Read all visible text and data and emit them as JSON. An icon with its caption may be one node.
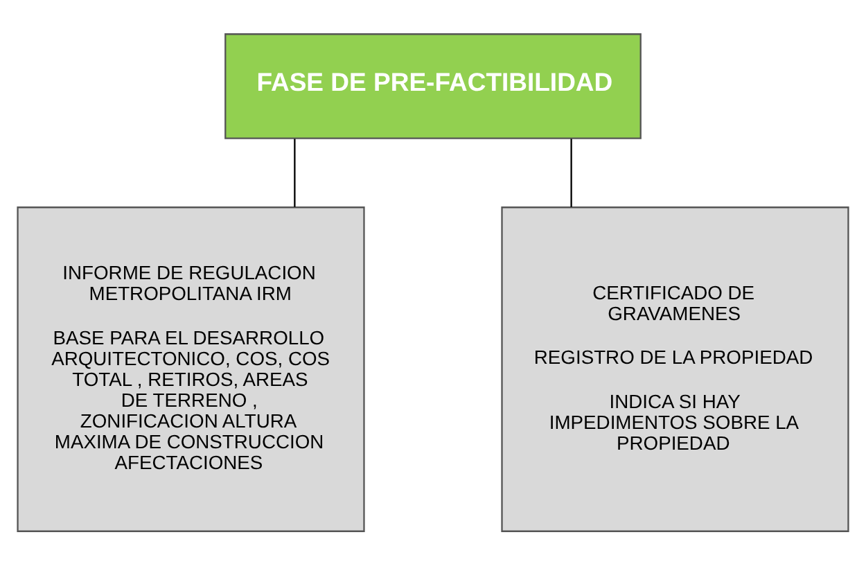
{
  "diagram": {
    "nodes": [
      {
        "text": [
          "FASE DE PRE-FACTIBILIDAD"
        ]
      },
      {
        "text": [
          "INFORME DE REGULACION METROPOLITANA IRM",
          "BASE PARA EL DESARROLLO ARQUITECTONICO, COS, COS TOTAL , RETIROS, AREAS DE TERRENO , ZONIFICACION ALTURA MAXIMA DE CONSTRUCCION AFECTACIONES"
        ]
      },
      {
        "text": [
          "CERTIFICADO DE GRAVAMENES",
          "REGISTRO DE LA PROPIEDAD",
          "INDICA SI HAY IMPEDIMENTOS SOBRE LA PROPIEDAD"
        ]
      }
    ],
    "edges": [
      {
        "from": 0,
        "to": 1,
        "arrow": "none"
      },
      {
        "from": 0,
        "to": 2,
        "arrow": "none"
      }
    ]
  }
}
